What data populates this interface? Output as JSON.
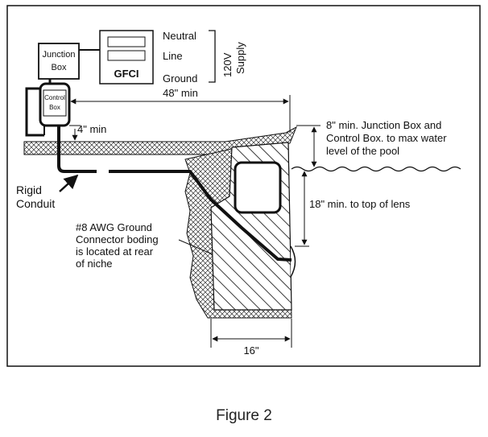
{
  "caption": "Figure 2",
  "labels": {
    "junction_box_line1": "Junction",
    "junction_box_line2": "Box",
    "control_box_line1": "Control",
    "control_box_line2": "Box",
    "gfci": "GFCI",
    "neutral": "Neutral",
    "line": "Line",
    "ground": "Ground",
    "supply_line1": "120V",
    "supply_line2": "Supply",
    "dim_48": "48\" min",
    "dim_4": "4\" min",
    "note_8_line1": "8\" min. Junction Box and",
    "note_8_line2": "Control Box. to max water",
    "note_8_line3": "level of the pool",
    "note_18": "18\" min. to top of lens",
    "rigid_line1": "Rigid",
    "rigid_line2": "Conduit",
    "awg_line1": "#8 AWG Ground",
    "awg_line2": "Connector boding",
    "awg_line3": "is located at rear",
    "awg_line4": "of niche",
    "dim_16": "16\""
  }
}
